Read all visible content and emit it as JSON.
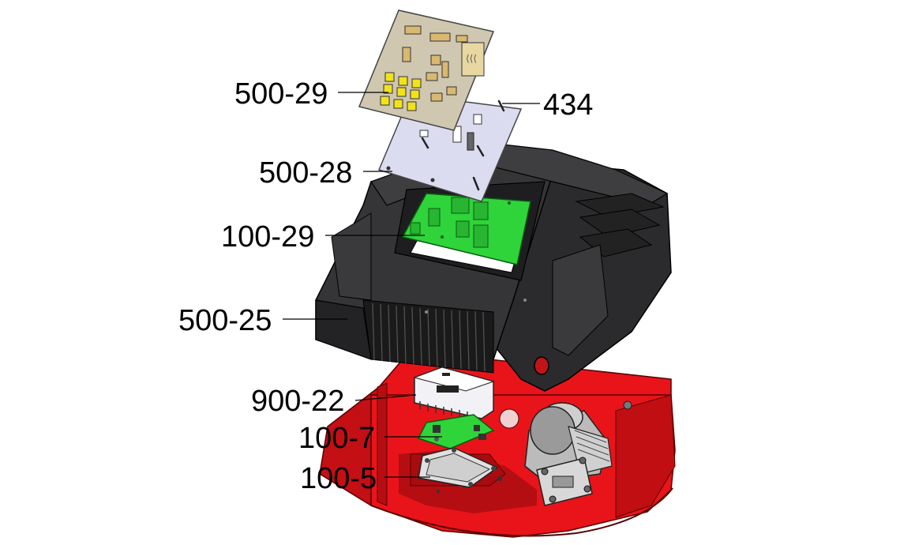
{
  "diagram": {
    "callouts": [
      {
        "id": "part-500-29",
        "label": "500-29"
      },
      {
        "id": "part-434",
        "label": "434"
      },
      {
        "id": "part-500-28",
        "label": "500-28"
      },
      {
        "id": "part-100-29",
        "label": "100-29"
      },
      {
        "id": "part-500-25",
        "label": "500-25"
      },
      {
        "id": "part-900-22",
        "label": "900-22"
      },
      {
        "id": "part-100-7",
        "label": "100-7"
      },
      {
        "id": "part-100-5",
        "label": "100-5"
      }
    ]
  },
  "colors": {
    "base_red": "#e8141a",
    "housing_black": "#2b2b2d",
    "pcb_green": "#2fd43a",
    "membrane_tan": "#cfc7b0",
    "plate_lavender": "#dcdcf0"
  }
}
